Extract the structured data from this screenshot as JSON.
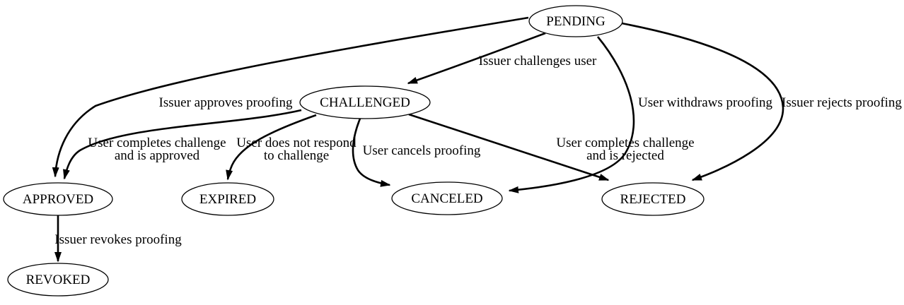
{
  "diagram": {
    "type": "state-machine-graph",
    "colors": {
      "background": "#ffffff",
      "node_fill": "#ffffff",
      "node_stroke": "#000000",
      "edge_stroke": "#000000",
      "text": "#000000"
    },
    "nodes": {
      "pending": {
        "label": "PENDING"
      },
      "challenged": {
        "label": "CHALLENGED"
      },
      "approved": {
        "label": "APPROVED"
      },
      "expired": {
        "label": "EXPIRED"
      },
      "canceled": {
        "label": "CANCELED"
      },
      "rejected": {
        "label": "REJECTED"
      },
      "revoked": {
        "label": "REVOKED"
      }
    },
    "edges": {
      "pending_challenged": {
        "from": "PENDING",
        "to": "CHALLENGED",
        "label": "Issuer challenges user"
      },
      "pending_approved": {
        "from": "PENDING",
        "to": "APPROVED",
        "label": "Issuer approves proofing"
      },
      "pending_canceled": {
        "from": "PENDING",
        "to": "CANCELED",
        "label": "User withdraws proofing"
      },
      "pending_rejected": {
        "from": "PENDING",
        "to": "REJECTED",
        "label": "Issuer rejects proofing"
      },
      "challenged_approved": {
        "from": "CHALLENGED",
        "to": "APPROVED",
        "label_line1": "User completes challenge",
        "label_line2": "and is approved"
      },
      "challenged_expired": {
        "from": "CHALLENGED",
        "to": "EXPIRED",
        "label_line1": "User does not respond",
        "label_line2": "to challenge"
      },
      "challenged_canceled": {
        "from": "CHALLENGED",
        "to": "CANCELED",
        "label": "User cancels proofing"
      },
      "challenged_rejected": {
        "from": "CHALLENGED",
        "to": "REJECTED",
        "label_line1": "User completes challenge",
        "label_line2": "and is rejected"
      },
      "approved_revoked": {
        "from": "APPROVED",
        "to": "REVOKED",
        "label": "Issuer revokes proofing"
      }
    }
  }
}
